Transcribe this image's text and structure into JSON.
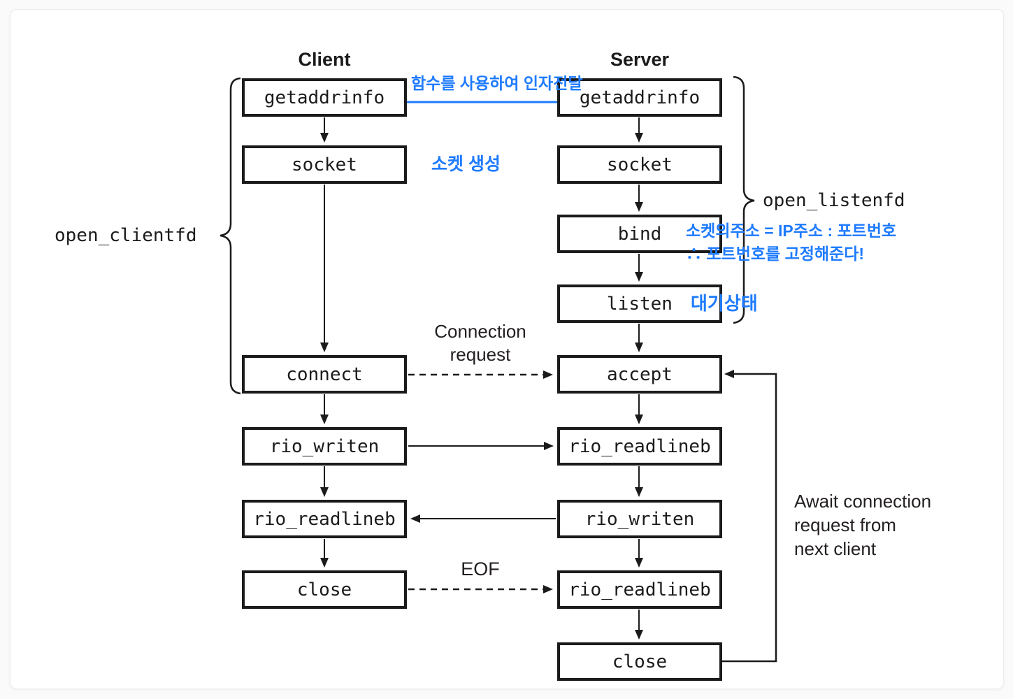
{
  "headers": {
    "client": "Client",
    "server": "Server"
  },
  "boxes": {
    "client": [
      "getaddrinfo",
      "socket",
      "connect",
      "rio_writen",
      "rio_readlineb",
      "close"
    ],
    "server": [
      "getaddrinfo",
      "socket",
      "bind",
      "listen",
      "accept",
      "rio_readlineb",
      "rio_writen",
      "rio_readlineb",
      "close"
    ]
  },
  "brace_labels": {
    "open_clientfd": "open_clientfd",
    "open_listenfd": "open_listenfd"
  },
  "edge_labels": {
    "connection_request": "Connection\nrequest",
    "eof": "EOF",
    "await_loop": "Await connection\nrequest from\nnext client"
  },
  "korean_annotations": {
    "getaddrinfo_link": "함수를 사용하여 인자전달",
    "socket_note": "소켓 생성",
    "bind_note": "소켓의주소 = IP주소 : 포트번호\n∴ 포트번호를 고정해준다!",
    "listen_note": "대기상태"
  },
  "colors": {
    "ink": "#1b1b1b",
    "annotation_blue": "#1e7bff",
    "card_bg": "#ffffff",
    "page_bg": "#fafafa"
  }
}
